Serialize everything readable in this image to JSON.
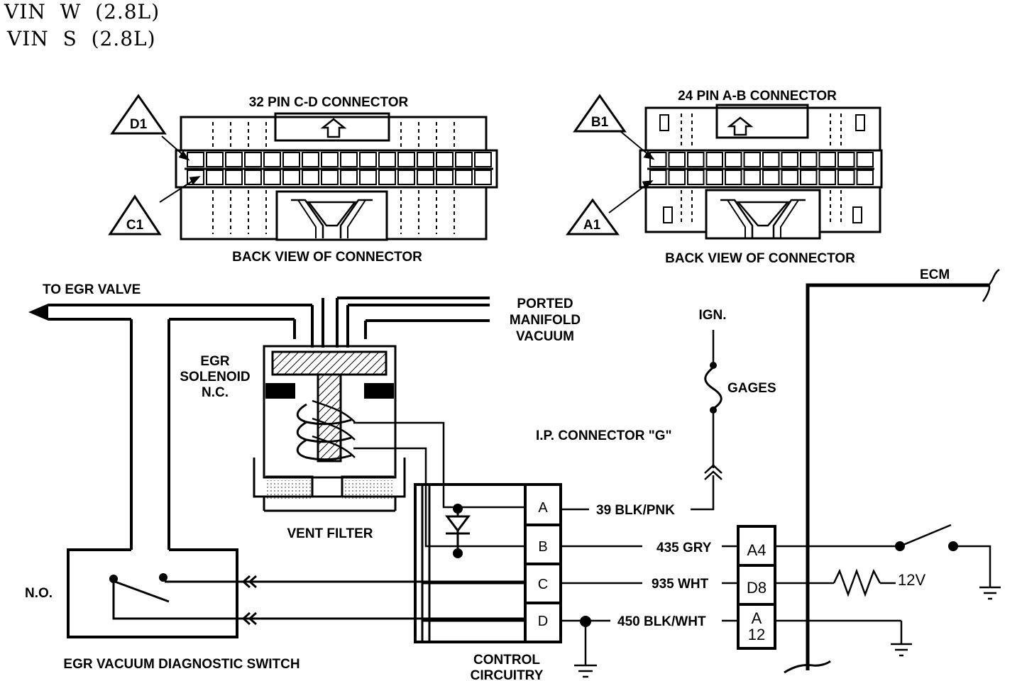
{
  "header": {
    "vin_w": "VIN  W  (2.8L)",
    "vin_s": "VIN  S  (2.8L)"
  },
  "connectors": {
    "cd": {
      "title": "32 PIN C-D  CONNECTOR",
      "caption": "BACK VIEW OF CONNECTOR",
      "tag_top": "D1",
      "tag_bottom": "C1"
    },
    "ab": {
      "title": "24 PIN A-B  CONNECTOR",
      "caption": "BACK VIEW OF CONNECTOR",
      "tag_top": "B1",
      "tag_bottom": "A1"
    }
  },
  "labels": {
    "to_egr_valve": "TO EGR VALVE",
    "ported_1": "PORTED",
    "ported_2": "MANIFOLD",
    "ported_3": "VACUUM",
    "egr_sol_1": "EGR",
    "egr_sol_2": "SOLENOID",
    "egr_sol_3": "N.C.",
    "vent_filter": "VENT FILTER",
    "ign": "IGN.",
    "gages": "GAGES",
    "ip_connector": "I.P. CONNECTOR \"G\"",
    "ecm": "ECM",
    "no": "N.O.",
    "diag_switch": "EGR VACUUM DIAGNOSTIC SWITCH",
    "control_1": "CONTROL",
    "control_2": "CIRCUITRY",
    "volts": "12V"
  },
  "control_pins": [
    "A",
    "B",
    "C",
    "D"
  ],
  "wires": [
    "39 BLK/PNK",
    "435 GRY",
    "935 WHT",
    "450 BLK/WHT"
  ],
  "ecm_pins": {
    "a4": "A4",
    "d8": "D8",
    "a12_line1": "A",
    "a12_line2": "12"
  }
}
